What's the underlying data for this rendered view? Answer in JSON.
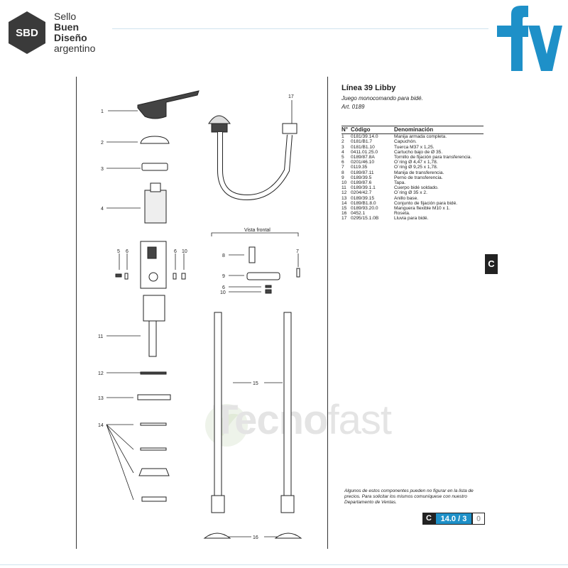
{
  "brand": {
    "sbd_abbr": "SBD",
    "sbd_line1": "Sello",
    "sbd_line2": "Buen",
    "sbd_line3": "Diseño",
    "sbd_line4": "argentino",
    "fv_logo": "fv",
    "fv_color": "#1e90c8"
  },
  "product": {
    "title": "Línea 39 Libby",
    "subtitle": "Juego monocomando para bidé.",
    "art": "Art. 0189"
  },
  "table": {
    "headers": [
      "N°",
      "Código",
      "Denominación"
    ],
    "rows": [
      [
        "1",
        "0181/39.14.0",
        "Manija armada completa."
      ],
      [
        "2",
        "0181/B1.7",
        "Capuchón."
      ],
      [
        "3",
        "0181/B1.10",
        "Tuerca M37 x 1,25."
      ],
      [
        "4",
        "0411.01.25.0",
        "Cartucho bajo de Ø 35."
      ],
      [
        "5",
        "0189/87.8A",
        "Tornillo de fijación para transferencia."
      ],
      [
        "6",
        "0201/46.10",
        "O´ring Ø 4,47 x 1,78."
      ],
      [
        "7",
        "0119.35",
        "O´ring Ø 9,25 x 1,78."
      ],
      [
        "8",
        "0189/87.11",
        "Manija de transferencia."
      ],
      [
        "9",
        "0189/39.5",
        "Perno de transferencia."
      ],
      [
        "10",
        "0189/87.6",
        "Tapa."
      ],
      [
        "11",
        "0189/39.1.1",
        "Cuerpo bidé soldado."
      ],
      [
        "12",
        "0204/42.7",
        "O´ring Ø 35 x 2."
      ],
      [
        "13",
        "0189/39.15",
        "Anillo base."
      ],
      [
        "14",
        "0189/B1.8.0",
        "Conjunto de fijación para bidé."
      ],
      [
        "15",
        "0189/93.20.0",
        "Manguera flexible M10 x 1."
      ],
      [
        "16",
        "0452.1",
        "Roseta."
      ],
      [
        "17",
        "0295/15.1.0B",
        "Lluvia para bidé."
      ]
    ]
  },
  "section_badge": "C",
  "note": "Algunos de estos componentes pueden no figurar en la lista de precios. Para solicitar los mismos comuníquese con nuestro Departamento de Ventas.",
  "page": {
    "section": "C",
    "number": "14.0 / 3",
    "rev": "0"
  },
  "diagram": {
    "vista_frontal": "Vista frontal",
    "labels": [
      "1",
      "2",
      "3",
      "4",
      "5",
      "6",
      "6",
      "10",
      "11",
      "12",
      "13",
      "14",
      "17",
      "8",
      "9",
      "6",
      "10",
      "7",
      "15",
      "16"
    ]
  },
  "watermark": {
    "bold": "Tecno",
    "light": "fast"
  }
}
